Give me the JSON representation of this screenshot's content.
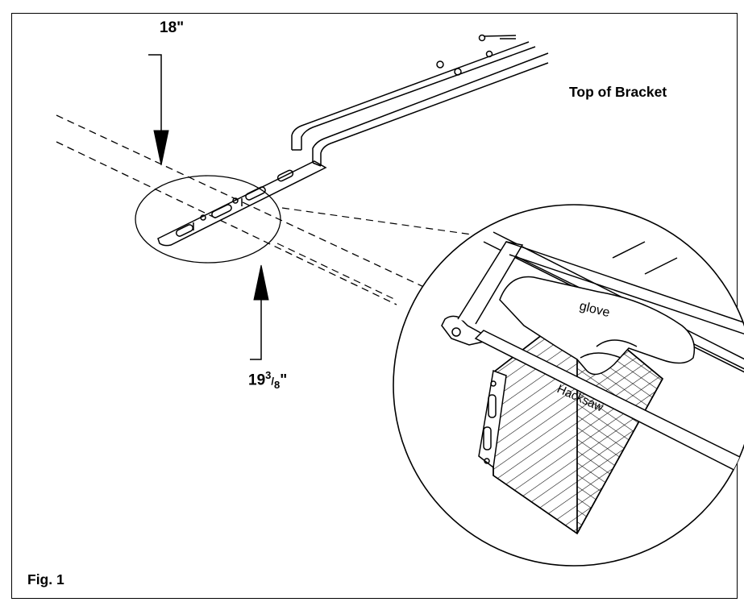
{
  "figure": {
    "caption": "Fig. 1",
    "callouts": {
      "top_measure": "18\"",
      "bottom_measure_whole": "19",
      "bottom_measure_num": "3",
      "bottom_measure_slash": "/",
      "bottom_measure_den": "8",
      "bottom_measure_mark": "\"",
      "bracket_side": "Top of Bracket",
      "glove": "glove",
      "tool": "Hacksaw"
    }
  },
  "colors": {
    "ink": "#000000",
    "paper": "#ffffff"
  }
}
